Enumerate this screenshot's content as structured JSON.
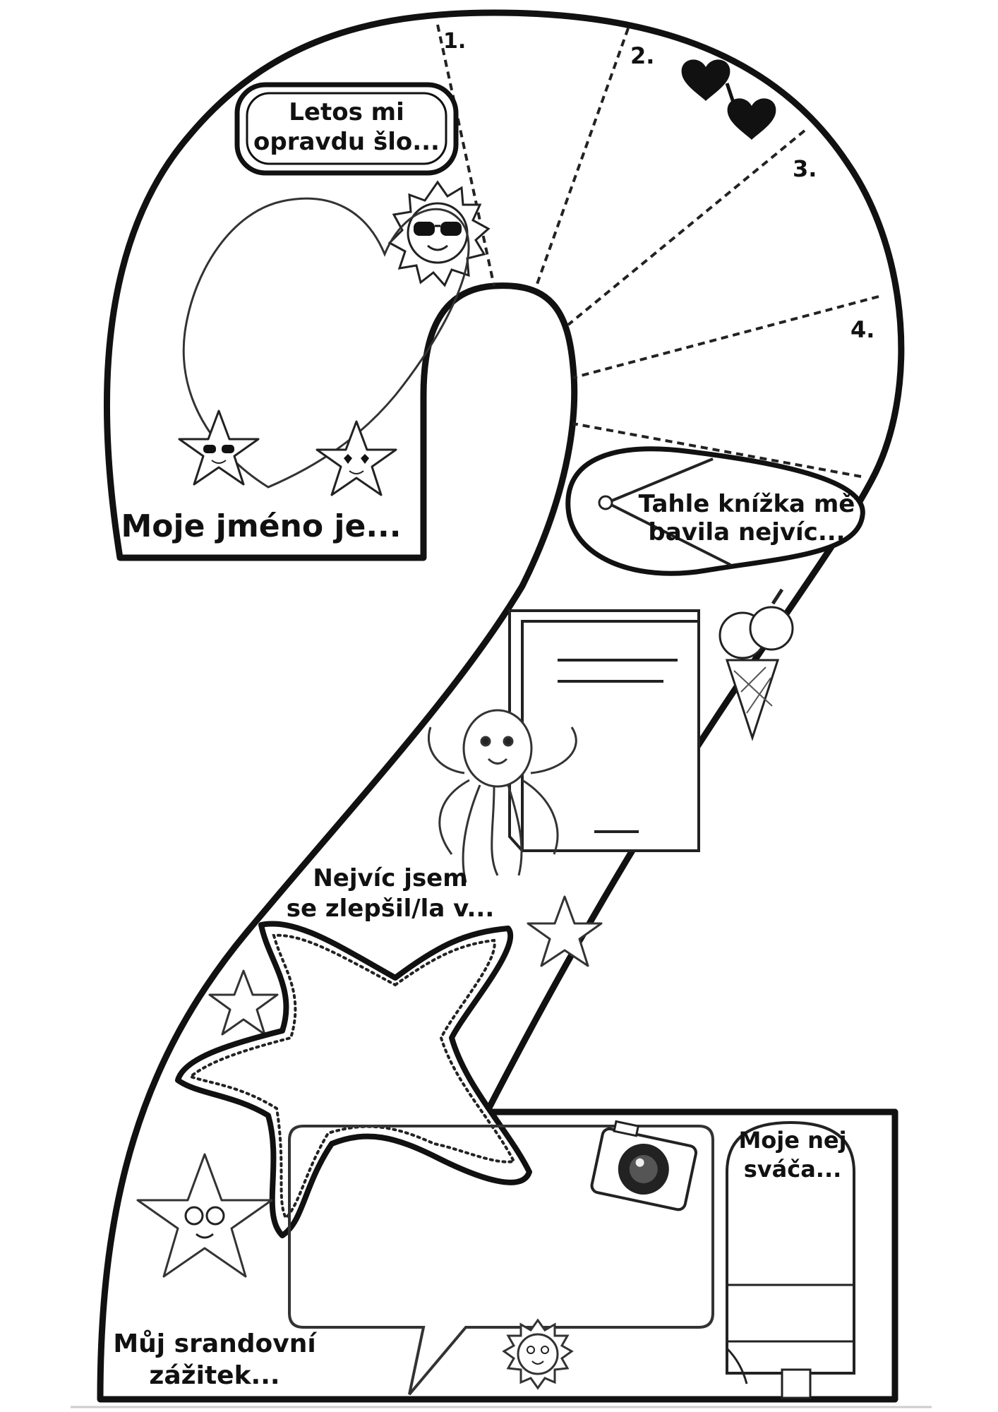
{
  "worksheet": {
    "number_outline": "2",
    "list_numbers": [
      "1.",
      "2.",
      "3.",
      "4."
    ],
    "prompts": {
      "this_year": [
        "Letos mi",
        "opravdu šlo..."
      ],
      "name": "Moje jméno je...",
      "favorite_book": [
        "Tahle knížka mě",
        "bavila nejvíc..."
      ],
      "improved": [
        "Nejvíc jsem",
        "se zlepšil/la v..."
      ],
      "best_snack": [
        "Moje nej",
        "sváča..."
      ],
      "funny_experience": [
        "Můj srandovní",
        "zážitek..."
      ]
    }
  },
  "decorations": [
    "sun-with-sunglasses",
    "heart-sunglasses",
    "starfish",
    "flip-flop",
    "book",
    "ice-cream-cone",
    "octopus",
    "camera",
    "popsicle",
    "smiling-sun"
  ]
}
